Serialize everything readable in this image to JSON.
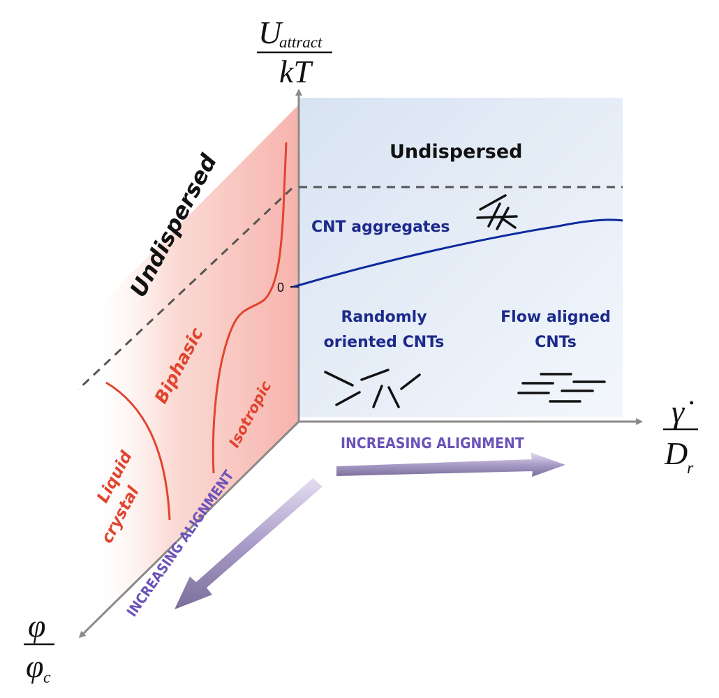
{
  "axes": {
    "vertical": {
      "numerator": "U",
      "subscript": "attract",
      "denominator": "kT",
      "zero_tick": "0"
    },
    "horizontal": {
      "numerator": "γ̇",
      "denominator": "D",
      "denominator_subscript": "r"
    },
    "depth": {
      "numerator": "φ",
      "denominator": "φ",
      "denominator_subscript": "c"
    }
  },
  "back_plane": {
    "undispersed": "Undispersed",
    "cnt_aggregates": "CNT aggregates",
    "randomly_line1": "Randomly",
    "randomly_line2": "oriented CNTs",
    "flow_line1": "Flow aligned",
    "flow_line2": "CNTs",
    "increasing_alignment": "INCREASING ALIGNMENT"
  },
  "side_plane": {
    "undispersed": "Undispersed",
    "biphasic": "Biphasic",
    "isotropic": "Isotropic",
    "liquid_line1": "Liquid",
    "liquid_line2": "crystal",
    "increasing_alignment": "INCREASING ALIGNMENT"
  },
  "colors": {
    "axis": "#8a8a8a",
    "blue_text": "#1b2a8a",
    "curve_blue": "#0d2a9c",
    "red": "#e0452f",
    "purple": "#6b53b8"
  }
}
